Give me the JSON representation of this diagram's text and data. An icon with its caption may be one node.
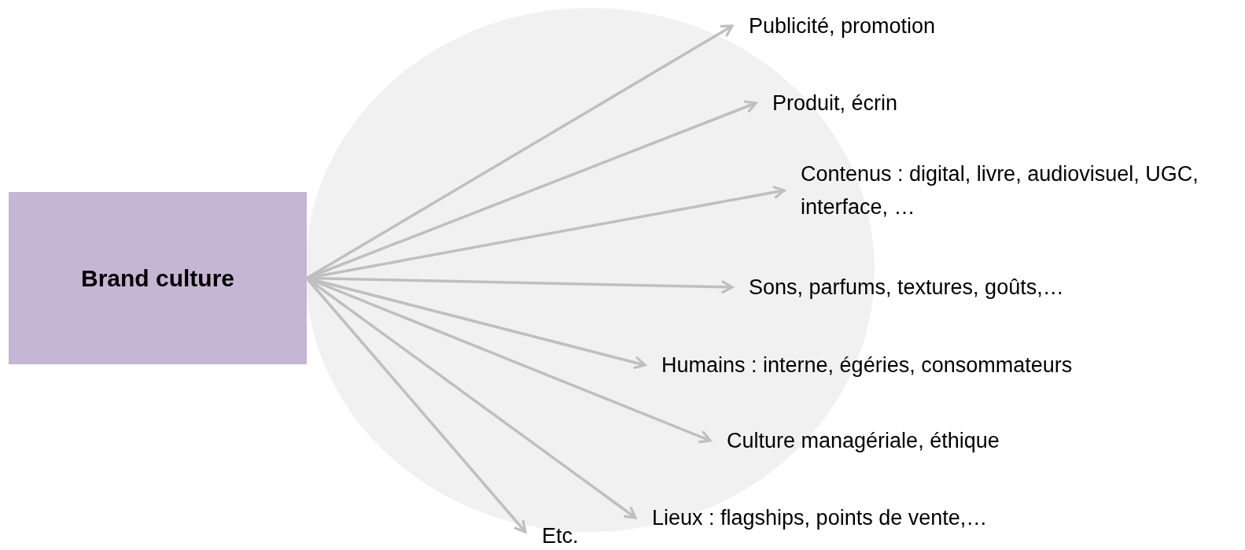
{
  "diagram": {
    "nodes": [
      {
        "text": [
          "Brand culture"
        ]
      },
      {
        "text": [
          "Publicité, promotion"
        ]
      },
      {
        "text": [
          "Produit, écrin"
        ]
      },
      {
        "text": [
          "Contenus : digital, livre, audiovisuel, UGC, interface, …"
        ]
      },
      {
        "text": [
          "Sons, parfums, textures, goûts,…"
        ]
      },
      {
        "text": [
          "Humains : interne, égéries, consommateurs"
        ]
      },
      {
        "text": [
          "Culture managériale, éthique"
        ]
      },
      {
        "text": [
          "Lieux : flagships, points de vente,…"
        ]
      },
      {
        "text": [
          "Etc."
        ]
      }
    ],
    "edges": [
      {
        "from": 0,
        "to": 1,
        "arrow": "to"
      },
      {
        "from": 0,
        "to": 2,
        "arrow": "to"
      },
      {
        "from": 0,
        "to": 3,
        "arrow": "to"
      },
      {
        "from": 0,
        "to": 4,
        "arrow": "to"
      },
      {
        "from": 0,
        "to": 5,
        "arrow": "to"
      },
      {
        "from": 0,
        "to": 6,
        "arrow": "to"
      },
      {
        "from": 0,
        "to": 7,
        "arrow": "to"
      },
      {
        "from": 0,
        "to": 8,
        "arrow": "to"
      }
    ]
  }
}
